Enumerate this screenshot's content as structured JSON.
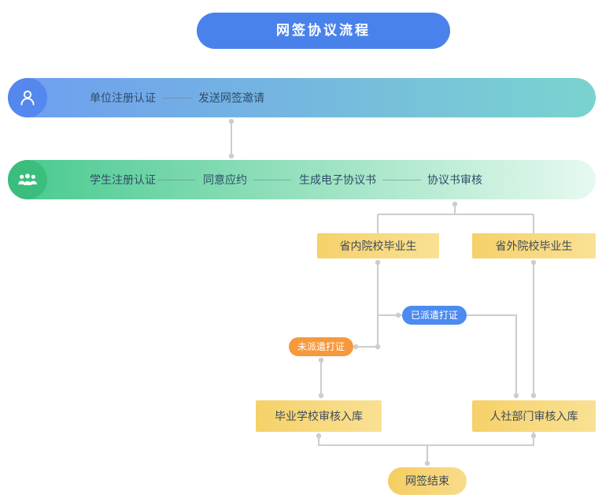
{
  "title": "网签协议流程",
  "lanes": [
    {
      "name": "unit",
      "icon": "person-icon",
      "steps": [
        "单位注册认证",
        "发送网签邀请"
      ]
    },
    {
      "name": "student",
      "icon": "people-group-icon",
      "steps": [
        "学生注册认证",
        "同意应约",
        "生成电子协议书",
        "协议书审核"
      ]
    }
  ],
  "nodes": {
    "in_province": "省内院校毕业生",
    "out_province": "省外院校毕业生",
    "dispatched": "已派遣打证",
    "not_dispatched": "未派遣打证",
    "school_audit": "毕业学校审核入库",
    "hr_audit": "人社部门审核入库",
    "end": "网签结束"
  },
  "colors": {
    "title_bg": "#4A82EC",
    "unit_circle": "#5588EE",
    "unit_bar_start": "#6F9DF0",
    "unit_bar_end": "#7AD3CF",
    "student_circle": "#3BBE7D",
    "student_bar_start": "#47C98E",
    "student_bar_end": "#E7F9F0",
    "dispatched_bg": "#4C8BF0",
    "not_dispatched_bg": "#F6993D",
    "node_bg": "#F6D169",
    "connector": "#CDCDCD"
  }
}
